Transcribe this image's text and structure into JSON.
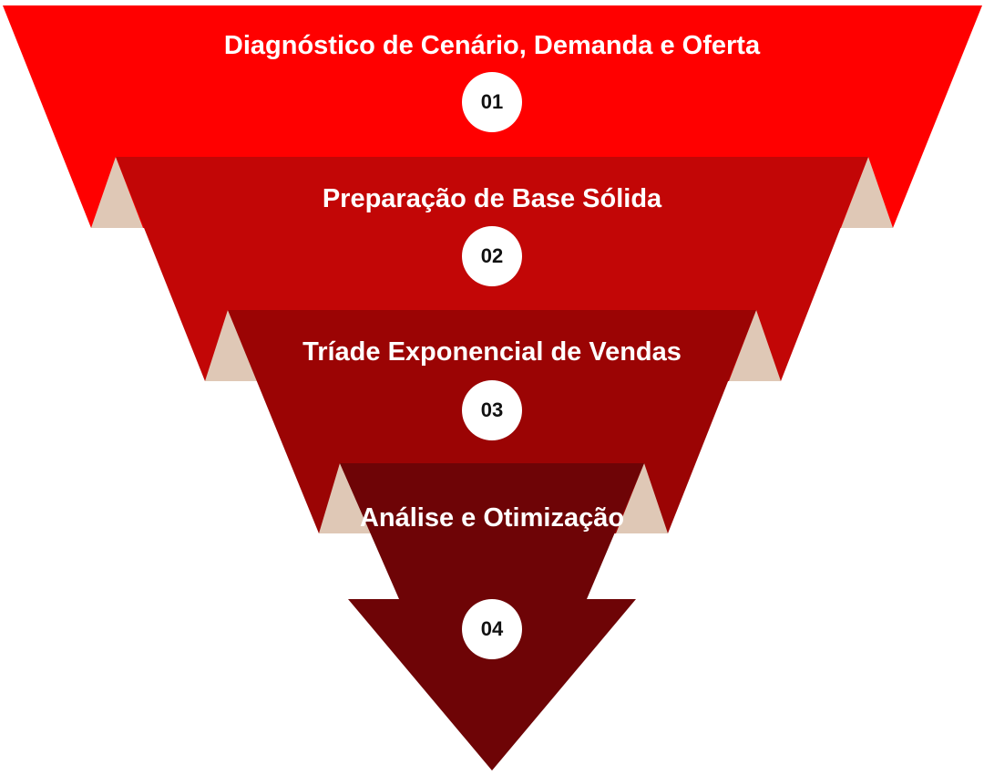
{
  "colors": {
    "stage1": "#ff0000",
    "stage2": "#c20606",
    "stage3": "#9b0404",
    "stage4": "#6e0406",
    "fold": "#dfc8b6",
    "badge_bg": "#ffffff",
    "badge_text": "#111111",
    "title_text": "#ffffff"
  },
  "stages": [
    {
      "number": "01",
      "title": "Diagnóstico de Cenário, Demanda e Oferta"
    },
    {
      "number": "02",
      "title": "Preparação de Base Sólida"
    },
    {
      "number": "03",
      "title": "Tríade Exponencial de Vendas"
    },
    {
      "number": "04",
      "title": "Análise e Otimização"
    }
  ]
}
